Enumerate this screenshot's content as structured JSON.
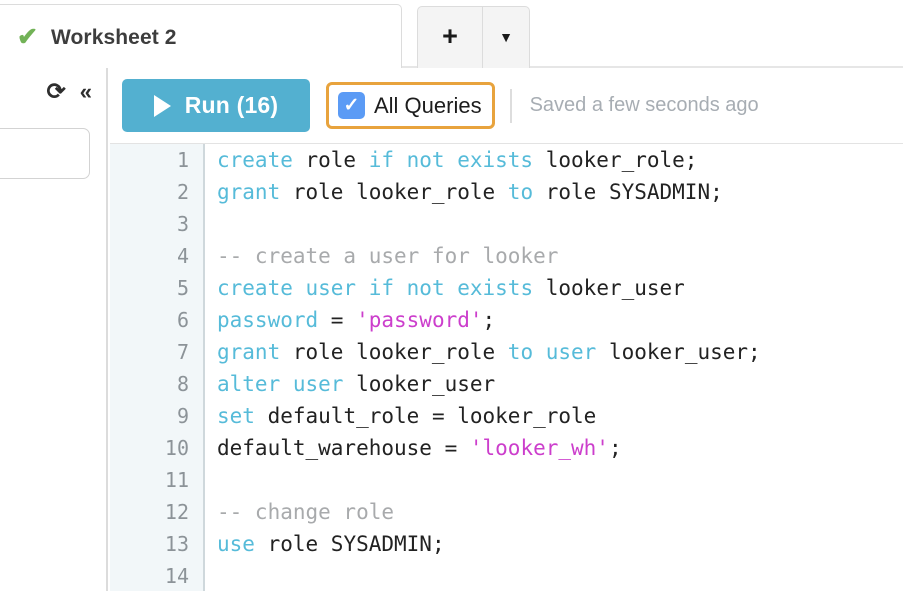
{
  "tabbar": {
    "active_tab": {
      "label": "Worksheet 2",
      "status_icon": "check-icon"
    },
    "new_tab_label": "+",
    "tab_menu_label": "▼"
  },
  "left_rail": {
    "refresh_icon": "refresh-icon",
    "collapse_icon": "collapse-left-icon",
    "search_value": "",
    "search_placeholder": ""
  },
  "toolbar": {
    "run_label": "Run (16)",
    "run_icon": "play-icon",
    "all_queries_label": "All Queries",
    "all_queries_checked": true,
    "check_glyph": "✓",
    "saved_status": "Saved a few seconds ago",
    "accent_run": "#53b0d0",
    "accent_checkbox": "#5b9bf5",
    "accent_focus_ring": "#e8a33d"
  },
  "editor": {
    "language": "sql",
    "colors": {
      "keyword": "#56bbd9",
      "string": "#cc3ecc",
      "comment": "#a8aaac",
      "plain": "#222222",
      "gutter_bg": "#f2f7f9",
      "gutter_fg": "#8c9398"
    },
    "lines": [
      {
        "n": "1",
        "tokens": [
          {
            "t": "create",
            "c": "kw"
          },
          {
            "t": " role ",
            "c": "pln"
          },
          {
            "t": "if not exists",
            "c": "kw"
          },
          {
            "t": " looker_role;",
            "c": "pln"
          }
        ]
      },
      {
        "n": "2",
        "tokens": [
          {
            "t": "grant",
            "c": "kw"
          },
          {
            "t": " role looker_role ",
            "c": "pln"
          },
          {
            "t": "to",
            "c": "kw"
          },
          {
            "t": " role SYSADMIN;",
            "c": "pln"
          }
        ]
      },
      {
        "n": "3",
        "tokens": []
      },
      {
        "n": "4",
        "tokens": [
          {
            "t": "-- create a user for looker",
            "c": "cmt"
          }
        ]
      },
      {
        "n": "5",
        "tokens": [
          {
            "t": "create user",
            "c": "kw"
          },
          {
            "t": " ",
            "c": "pln"
          },
          {
            "t": "if not exists",
            "c": "kw"
          },
          {
            "t": " looker_user",
            "c": "pln"
          }
        ]
      },
      {
        "n": "6",
        "tokens": [
          {
            "t": "password",
            "c": "kw"
          },
          {
            "t": " = ",
            "c": "pln"
          },
          {
            "t": "'password'",
            "c": "str"
          },
          {
            "t": ";",
            "c": "pln"
          }
        ]
      },
      {
        "n": "7",
        "tokens": [
          {
            "t": "grant",
            "c": "kw"
          },
          {
            "t": " role looker_role ",
            "c": "pln"
          },
          {
            "t": "to user",
            "c": "kw"
          },
          {
            "t": " looker_user;",
            "c": "pln"
          }
        ]
      },
      {
        "n": "8",
        "tokens": [
          {
            "t": "alter user",
            "c": "kw"
          },
          {
            "t": " looker_user",
            "c": "pln"
          }
        ]
      },
      {
        "n": "9",
        "tokens": [
          {
            "t": "set",
            "c": "kw"
          },
          {
            "t": " default_role = looker_role",
            "c": "pln"
          }
        ]
      },
      {
        "n": "10",
        "tokens": [
          {
            "t": "default_warehouse = ",
            "c": "pln"
          },
          {
            "t": "'looker_wh'",
            "c": "str"
          },
          {
            "t": ";",
            "c": "pln"
          }
        ]
      },
      {
        "n": "11",
        "tokens": []
      },
      {
        "n": "12",
        "tokens": [
          {
            "t": "-- change role",
            "c": "cmt"
          }
        ]
      },
      {
        "n": "13",
        "tokens": [
          {
            "t": "use",
            "c": "kw"
          },
          {
            "t": " role SYSADMIN;",
            "c": "pln"
          }
        ]
      },
      {
        "n": "14",
        "tokens": []
      }
    ]
  }
}
